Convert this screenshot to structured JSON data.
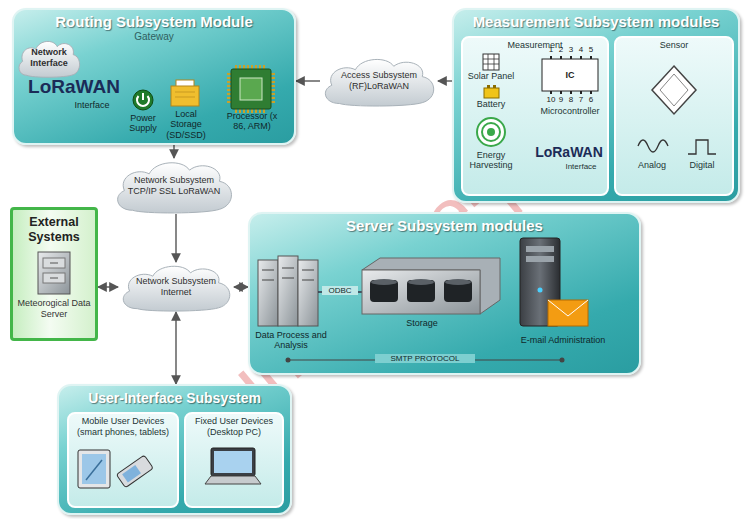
{
  "diagram": {
    "nodes": [
      {
        "text": [
          "Routing Subsystem Module",
          "Gateway"
        ]
      },
      {
        "text": [
          "Network Interface"
        ],
        "in": 0
      },
      {
        "text": [
          "Access Subsystem (RF)LoRaWAN"
        ]
      },
      {
        "text": [
          "Measurement Subsystem modules"
        ]
      },
      {
        "text": [
          "Measurement"
        ],
        "in": 3
      },
      {
        "text": [
          "Sensor"
        ],
        "in": 3
      },
      {
        "text": [
          "Network Subsystem TCP/IP SSL LoRaWAN"
        ]
      },
      {
        "text": [
          "External Systems",
          "Meteorogical Data Server"
        ]
      },
      {
        "text": [
          "Network Subsystem Internet"
        ]
      },
      {
        "text": [
          "Server Subsystem modules"
        ]
      },
      {
        "text": [
          "User-Interface Subsystem"
        ]
      },
      {
        "text": [
          "Mobile User Devices (smart phones, tablets)"
        ],
        "in": 10
      },
      {
        "text": [
          "Fixed User Devices (Desktop PC)"
        ],
        "in": 10
      }
    ],
    "edges": [
      {
        "from": 3,
        "to": 2,
        "arrow": "to"
      },
      {
        "from": 2,
        "to": 0,
        "arrow": "to"
      },
      {
        "from": 0,
        "to": 6,
        "arrow": "to"
      },
      {
        "from": 6,
        "to": 8,
        "arrow": "to"
      },
      {
        "from": 8,
        "to": 7,
        "arrow": "both"
      },
      {
        "from": 8,
        "to": 9,
        "arrow": "both"
      },
      {
        "from": 8,
        "to": 10,
        "arrow": "both"
      }
    ],
    "labels": [
      "LoRaWAN",
      "Interface",
      "Power Supply",
      "Local Storage (SD/SSD)",
      "Processor (x 86, ARM)",
      "Solar Panel",
      "Battery",
      "IC",
      "1",
      "2",
      "3",
      "4",
      "5",
      "10",
      "9",
      "8",
      "7",
      "6",
      "Microcontroller",
      "Energy Harvesting",
      "LoRaWAN",
      "Interface",
      "Analog",
      "Digital",
      "Data Process and Analysis",
      "ODBC",
      "Storage",
      "E-mail Administration",
      "SMTP PROTOCOL",
      "Journal Pre-proof"
    ]
  }
}
